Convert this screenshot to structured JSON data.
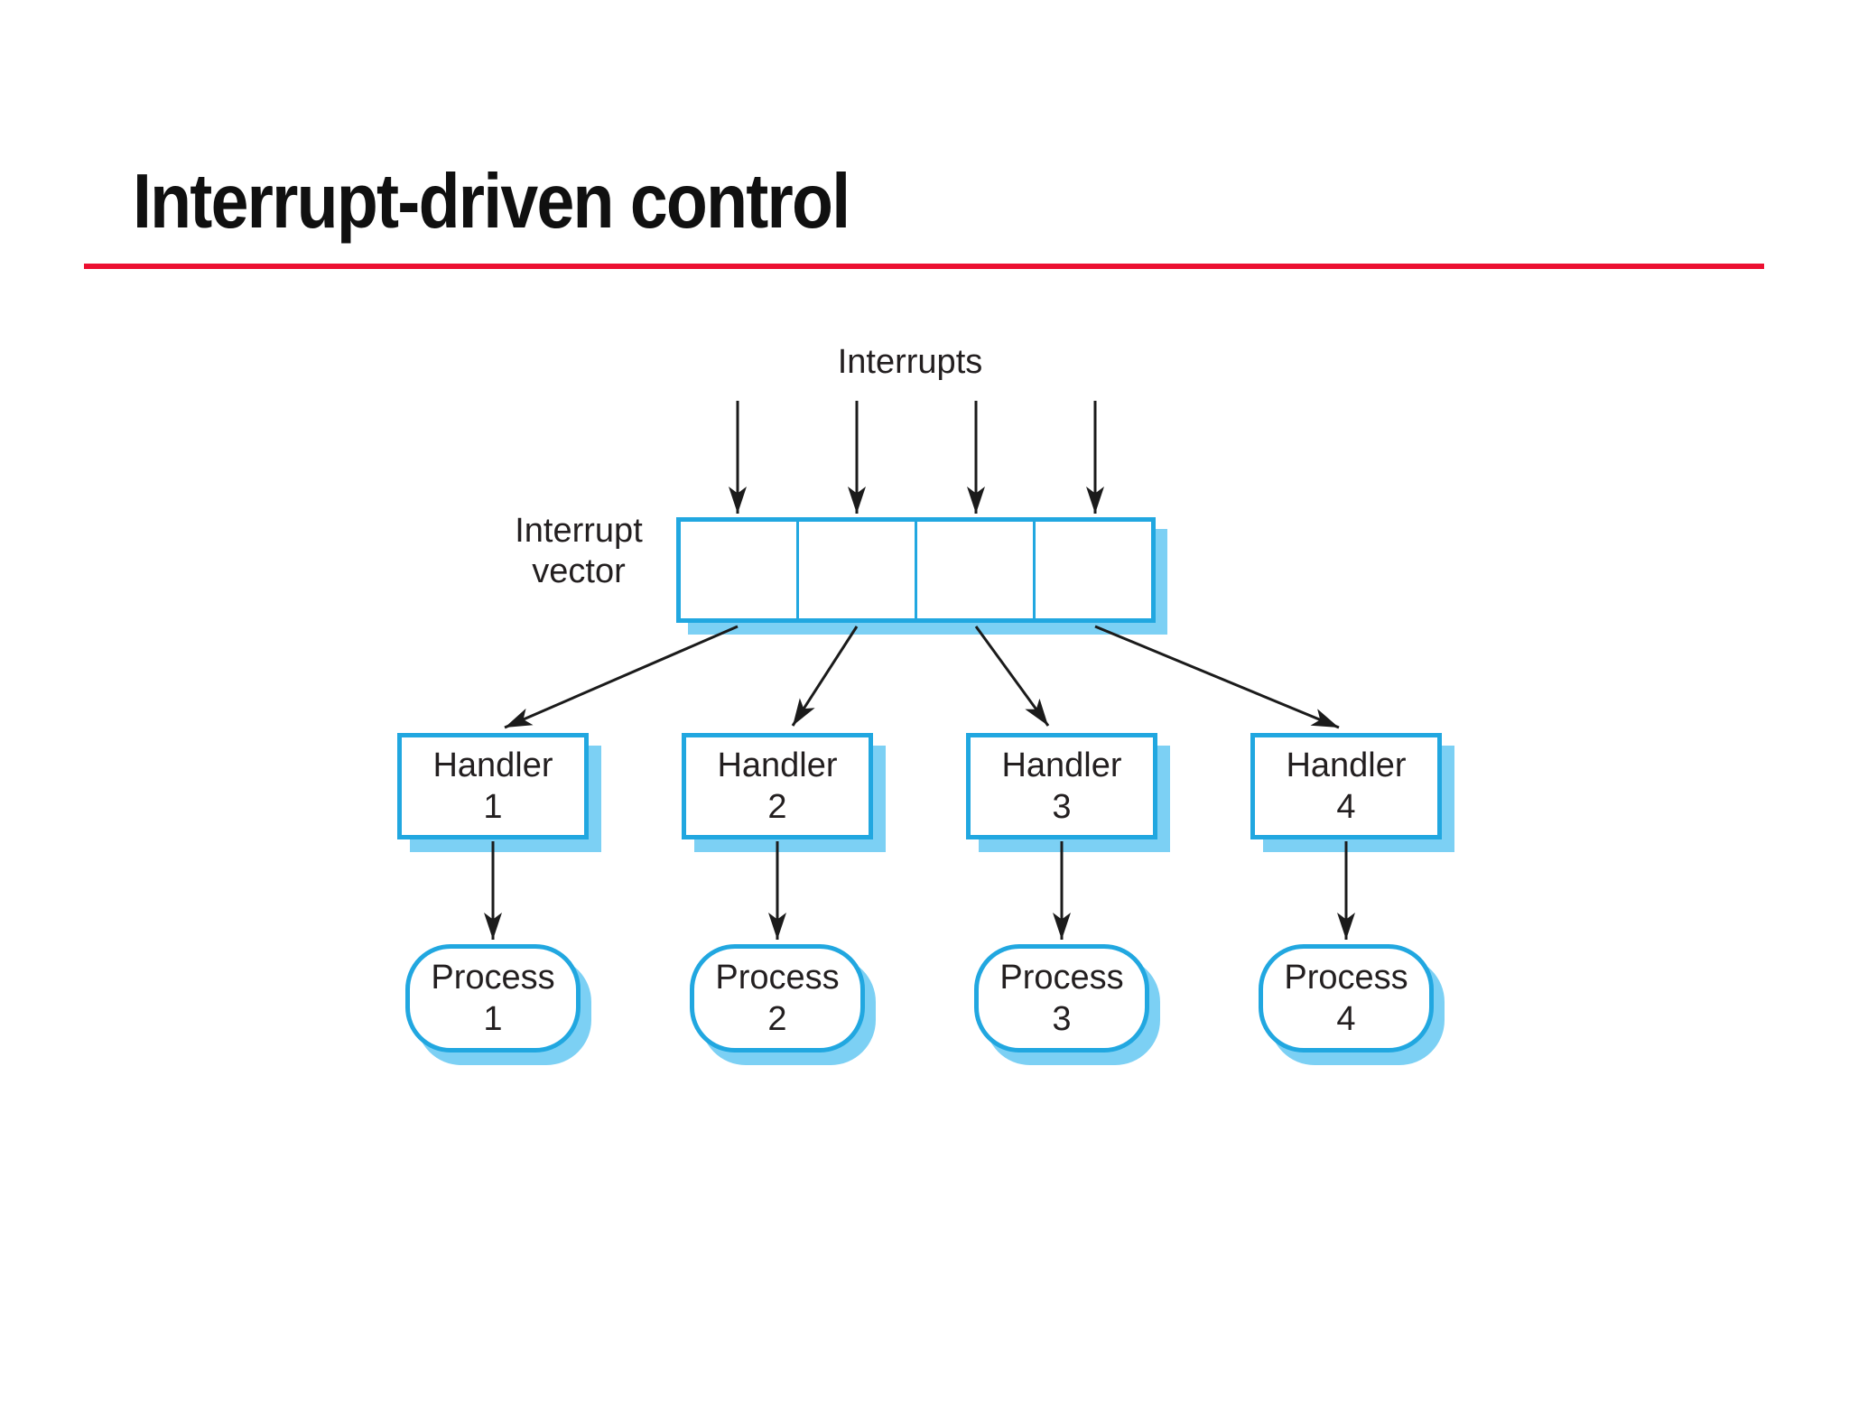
{
  "slide": {
    "title": "Interrupt-driven control",
    "accent_color": "#ec1031"
  },
  "diagram": {
    "interrupts_label": "Interrupts",
    "vector_label": {
      "line1": "Interrupt",
      "line2": "vector"
    },
    "vector_cell_count": 4,
    "handlers": [
      {
        "line1": "Handler",
        "line2": "1"
      },
      {
        "line1": "Handler",
        "line2": "2"
      },
      {
        "line1": "Handler",
        "line2": "3"
      },
      {
        "line1": "Handler",
        "line2": "4"
      }
    ],
    "processes": [
      {
        "line1": "Process",
        "line2": "1"
      },
      {
        "line1": "Process",
        "line2": "2"
      },
      {
        "line1": "Process",
        "line2": "3"
      },
      {
        "line1": "Process",
        "line2": "4"
      }
    ],
    "colors": {
      "node_border": "#21a7e0",
      "node_shadow": "#7cd0f4",
      "label_text": "#231f20",
      "arrow": "#1b1b1b",
      "title_text": "#101010"
    }
  }
}
